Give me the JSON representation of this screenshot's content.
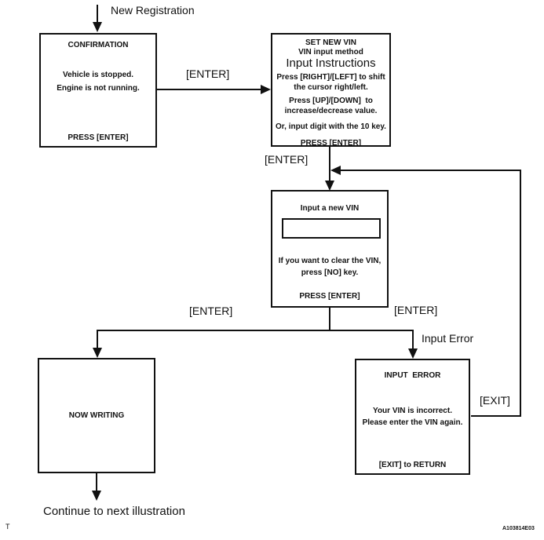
{
  "flow": {
    "start_label": "New Registration",
    "boxes": {
      "confirmation": {
        "title": "CONFIRMATION",
        "line1": "Vehicle is stopped.",
        "line2": "Engine is not running.",
        "footer": "PRESS [ENTER]"
      },
      "set_new_vin": {
        "title": "SET NEW VIN",
        "subtitle": "VIN input method",
        "heading": "Input Instructions",
        "inst1a": "Press [RIGHT]/[LEFT] to shift",
        "inst1b": "the cursor right/left.",
        "inst2a": "Press [UP]/[DOWN]  to",
        "inst2b": "increase/decrease value.",
        "inst3": "Or, input digit with the 10 key.",
        "footer": "PRESS [ENTER]"
      },
      "input_vin": {
        "title": "Input a new VIN",
        "field_value": "",
        "note1": "If you want to clear the VIN,",
        "note2": "press [NO] key.",
        "footer": "PRESS [ENTER]"
      },
      "now_writing": {
        "title": "NOW WRITING"
      },
      "input_error": {
        "title": "INPUT  ERROR",
        "line1": "Your VIN is incorrect.",
        "line2": "Please enter the VIN again.",
        "footer": "[EXIT] to RETURN"
      }
    },
    "edge_labels": {
      "enter_1": "[ENTER]",
      "enter_2": "[ENTER]",
      "enter_left": "[ENTER]",
      "enter_right": "[ENTER]",
      "input_error": "Input Error",
      "exit": "[EXIT]",
      "continue": "Continue to next illustration"
    },
    "page": {
      "corner_mark": "T",
      "figure_id": "A103814E03"
    },
    "colors": {
      "ink": "#111111",
      "paper": "#ffffff"
    }
  }
}
